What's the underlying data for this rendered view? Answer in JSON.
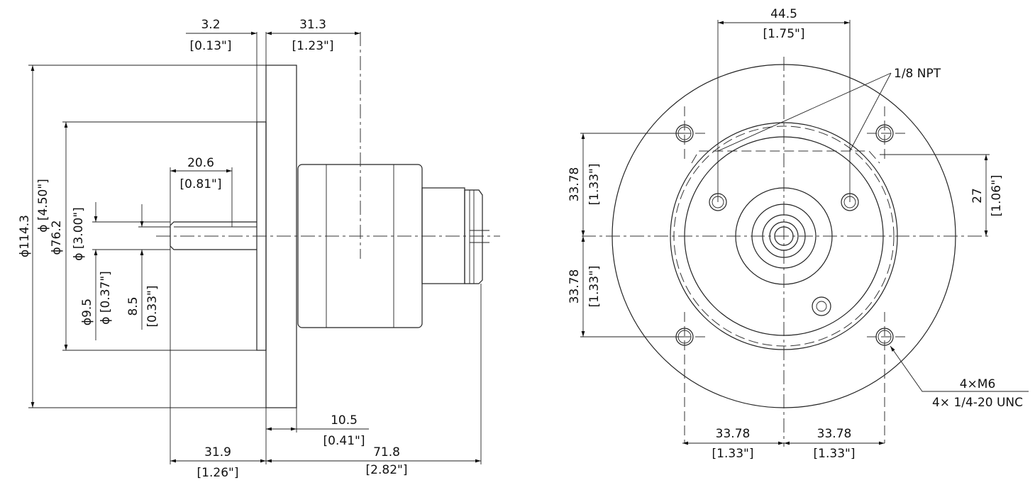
{
  "side_view": {
    "dim_flange_thickness": {
      "mm": "3.2",
      "in": "[0.13\"]"
    },
    "dim_body_offset": {
      "mm": "31.3",
      "in": "[1.23\"]"
    },
    "dim_outer_diameter": {
      "mm": "ϕ114.3",
      "in": "ϕ [4.50\"]"
    },
    "dim_pilot_diameter": {
      "mm": "ϕ76.2",
      "in": "ϕ [3.00\"]"
    },
    "dim_shaft_diameter": {
      "mm": "ϕ9.5",
      "in": "ϕ [0.37\"]"
    },
    "dim_shaft_flat": {
      "mm": "8.5",
      "in": "[0.33\"]"
    },
    "dim_flat_length": {
      "mm": "20.6",
      "in": "[0.81\"]"
    },
    "dim_flange_width": {
      "mm": "10.5",
      "in": "[0.41\"]"
    },
    "dim_shaft_length": {
      "mm": "31.9",
      "in": "[1.26\"]"
    },
    "dim_overall_length": {
      "mm": "71.8",
      "in": "[2.82\"]"
    }
  },
  "front_view": {
    "dim_npt_spacing": {
      "mm": "44.5",
      "in": "[1.75\"]"
    },
    "npt_label": "1/8 NPT",
    "dim_hole_upper": {
      "mm": "33.78",
      "in": "[1.33\"]"
    },
    "dim_hole_lower": {
      "mm": "33.78",
      "in": "[1.33\"]"
    },
    "dim_npt_height": {
      "mm": "27",
      "in": "[1.06\"]"
    },
    "dim_bottom_left": {
      "mm": "33.78",
      "in": "[1.33\"]"
    },
    "dim_bottom_right": {
      "mm": "33.78",
      "in": "[1.33\"]"
    },
    "thread_metric": "4×M6",
    "thread_unc": "4× 1/4-20 UNC"
  }
}
